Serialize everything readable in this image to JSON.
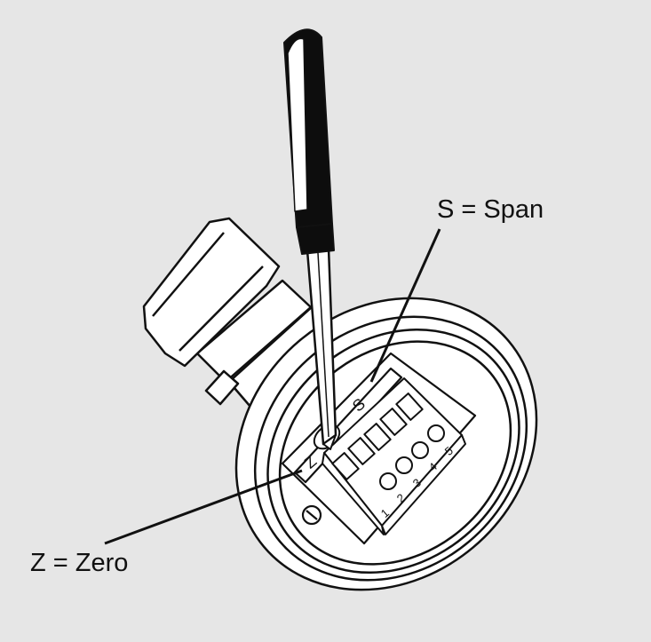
{
  "labels": {
    "span": "S = Span",
    "zero": "Z = Zero"
  },
  "terminal_block": {
    "marks": [
      "S",
      "Z"
    ],
    "numbers": [
      "1",
      "2",
      "3",
      "4",
      "5"
    ]
  },
  "colors": {
    "background": "#e6e6e6",
    "line": "#111111",
    "fill": "#ffffff",
    "handle": "#0d0d0d"
  }
}
